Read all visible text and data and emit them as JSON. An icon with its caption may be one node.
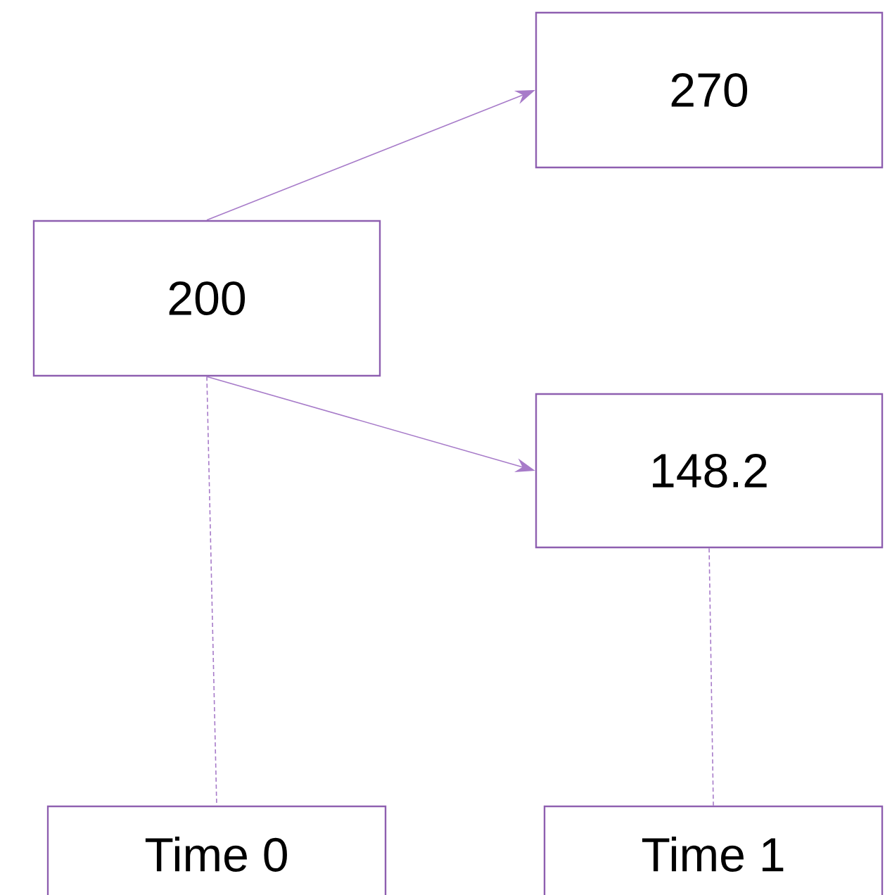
{
  "diagram": {
    "nodes": [
      {
        "text": [
          "200"
        ]
      },
      {
        "text": [
          "270"
        ]
      },
      {
        "text": [
          "148.2"
        ]
      },
      {
        "text": [
          "Time 0"
        ]
      },
      {
        "text": [
          "Time 1"
        ]
      }
    ],
    "edges": [
      {
        "from": 0,
        "to": 1,
        "arrow": "to"
      },
      {
        "from": 0,
        "to": 2,
        "arrow": "to"
      },
      {
        "from": 0,
        "to": 3,
        "arrow": "none",
        "style": "dashed"
      },
      {
        "from": 2,
        "to": 4,
        "arrow": "none",
        "style": "dashed"
      }
    ]
  }
}
